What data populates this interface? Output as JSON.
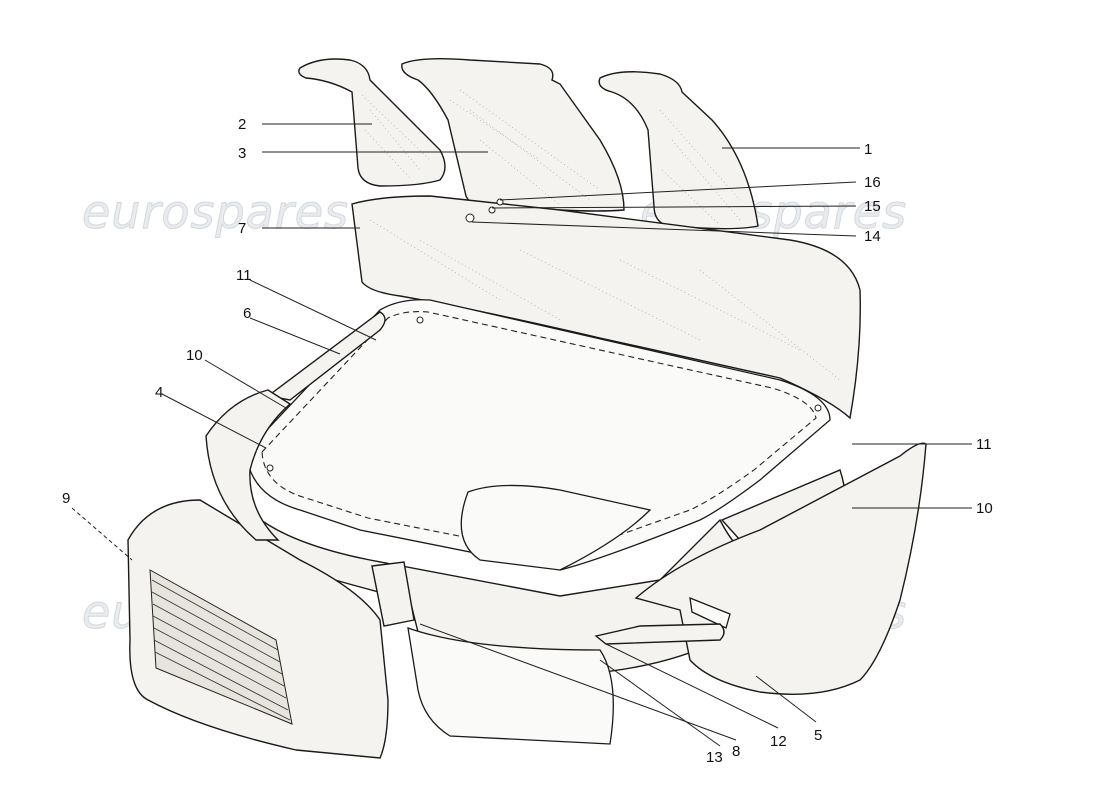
{
  "watermark": {
    "text": "eurospares"
  },
  "callouts": [
    {
      "id": "1",
      "label": "1"
    },
    {
      "id": "2",
      "label": "2"
    },
    {
      "id": "3",
      "label": "3"
    },
    {
      "id": "16",
      "label": "16"
    },
    {
      "id": "15",
      "label": "15"
    },
    {
      "id": "7",
      "label": "7"
    },
    {
      "id": "14",
      "label": "14"
    },
    {
      "id": "11a",
      "label": "11"
    },
    {
      "id": "6",
      "label": "6"
    },
    {
      "id": "10a",
      "label": "10"
    },
    {
      "id": "4",
      "label": "4"
    },
    {
      "id": "11b",
      "label": "11"
    },
    {
      "id": "10b",
      "label": "10"
    },
    {
      "id": "9",
      "label": "9"
    },
    {
      "id": "13",
      "label": "13"
    },
    {
      "id": "8",
      "label": "8"
    },
    {
      "id": "12",
      "label": "12"
    },
    {
      "id": "5",
      "label": "5"
    }
  ]
}
